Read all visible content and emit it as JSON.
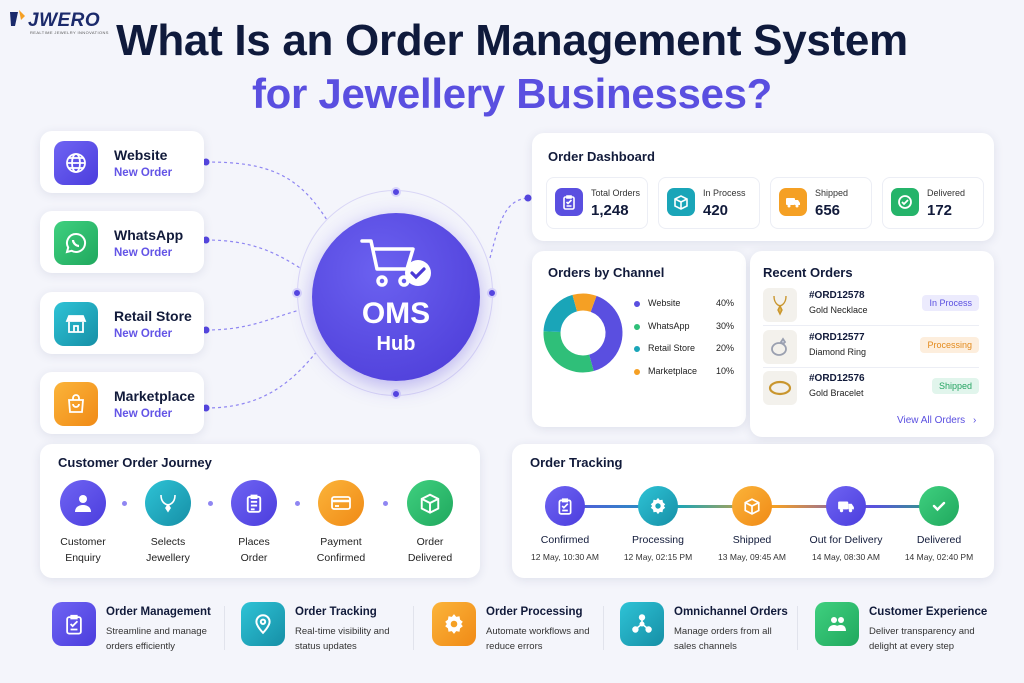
{
  "logo": {
    "word": "JWERO",
    "tagline": "REALTIME JEWELRY INNOVATIONS"
  },
  "title": {
    "line1": "What Is an Order Management System",
    "line2": "for Jewellery Businesses?"
  },
  "colors": {
    "primary": "#5a4fe0",
    "navy": "#0f1a3c",
    "green": "#25b46a",
    "teal": "#1aa5b8",
    "orange": "#f5a024"
  },
  "channels": [
    {
      "name": "Website",
      "status": "New Order",
      "icon": "globe-icon"
    },
    {
      "name": "WhatsApp",
      "status": "New Order",
      "icon": "whatsapp-icon"
    },
    {
      "name": "Retail Store",
      "status": "New Order",
      "icon": "store-icon"
    },
    {
      "name": "Marketplace",
      "status": "New Order",
      "icon": "shopping-bag-icon"
    }
  ],
  "hub": {
    "title": "OMS",
    "subtitle": "Hub",
    "icon": "cart-check-icon"
  },
  "dashboard": {
    "title": "Order Dashboard",
    "stats": [
      {
        "label": "Total Orders",
        "value": "1,248",
        "icon": "clipboard-icon"
      },
      {
        "label": "In Process",
        "value": "420",
        "icon": "box-icon"
      },
      {
        "label": "Shipped",
        "value": "656",
        "icon": "truck-icon"
      },
      {
        "label": "Delivered",
        "value": "172",
        "icon": "check-circle-icon"
      }
    ]
  },
  "channel_chart": {
    "title": "Orders by Channel",
    "chart_data": {
      "type": "pie",
      "categories": [
        "Website",
        "WhatsApp",
        "Retail Store",
        "Marketplace"
      ],
      "values": [
        40,
        30,
        20,
        10
      ],
      "labels": [
        "40%",
        "30%",
        "20%",
        "10%"
      ],
      "colors": [
        "#5a4fe0",
        "#2fbf79",
        "#1aa5b8",
        "#f5a024"
      ]
    }
  },
  "recent_orders": {
    "title": "Recent Orders",
    "items": [
      {
        "id": "#ORD12578",
        "name": "Gold Necklace",
        "status": "In Process",
        "thumb": "necklace-icon"
      },
      {
        "id": "#ORD12577",
        "name": "Diamond Ring",
        "status": "Processing",
        "thumb": "ring-icon"
      },
      {
        "id": "#ORD12576",
        "name": "Gold Bracelet",
        "status": "Shipped",
        "thumb": "bracelet-icon"
      }
    ],
    "view_all": "View All Orders"
  },
  "journey": {
    "title": "Customer Order Journey",
    "steps": [
      {
        "line1": "Customer",
        "line2": "Enquiry",
        "icon": "user-icon"
      },
      {
        "line1": "Selects",
        "line2": "Jewellery",
        "icon": "necklace-icon"
      },
      {
        "line1": "Places",
        "line2": "Order",
        "icon": "clipboard-icon"
      },
      {
        "line1": "Payment",
        "line2": "Confirmed",
        "icon": "card-icon"
      },
      {
        "line1": "Order",
        "line2": "Delivered",
        "icon": "box-icon"
      }
    ]
  },
  "tracking": {
    "title": "Order Tracking",
    "steps": [
      {
        "label": "Confirmed",
        "date": "12 May, 10:30 AM",
        "icon": "clipboard-icon"
      },
      {
        "label": "Processing",
        "date": "12 May, 02:15 PM",
        "icon": "gear-icon"
      },
      {
        "label": "Shipped",
        "date": "13 May, 09:45 AM",
        "icon": "box-icon"
      },
      {
        "label": "Out for Delivery",
        "date": "14 May, 08:30 AM",
        "icon": "truck-icon"
      },
      {
        "label": "Delivered",
        "date": "14 May, 02:40 PM",
        "icon": "check-icon"
      }
    ]
  },
  "features": [
    {
      "title": "Order Management",
      "line1": "Streamline and manage",
      "line2": "orders efficiently",
      "icon": "clipboard-icon"
    },
    {
      "title": "Order Tracking",
      "line1": "Real-time visibility and",
      "line2": "status updates",
      "icon": "location-pin-icon"
    },
    {
      "title": "Order Processing",
      "line1": "Automate workflows and",
      "line2": "reduce errors",
      "icon": "gear-icon"
    },
    {
      "title": "Omnichannel Orders",
      "line1": "Manage orders from all",
      "line2": "sales channels",
      "icon": "network-icon"
    },
    {
      "title": "Customer Experience",
      "line1": "Deliver transparency and",
      "line2": "delight at every step",
      "icon": "users-icon"
    }
  ]
}
